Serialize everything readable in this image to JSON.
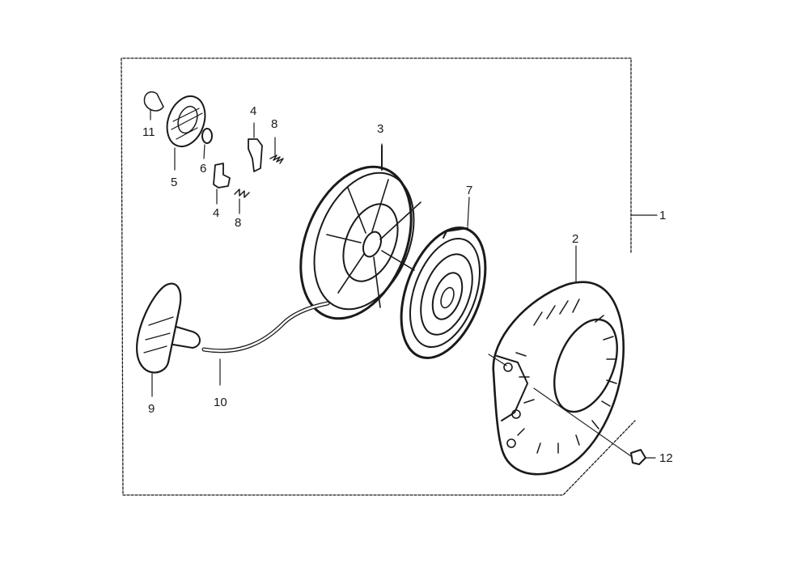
{
  "callouts": {
    "c1": "1",
    "c2": "2",
    "c3": "3",
    "c4a": "4",
    "c4b": "4",
    "c5": "5",
    "c6": "6",
    "c7": "7",
    "c8a": "8",
    "c8b": "8",
    "c9": "9",
    "c10": "10",
    "c11": "11",
    "c12": "12"
  },
  "colors": {
    "ink": "#1a1a1a",
    "background": "#ffffff"
  }
}
